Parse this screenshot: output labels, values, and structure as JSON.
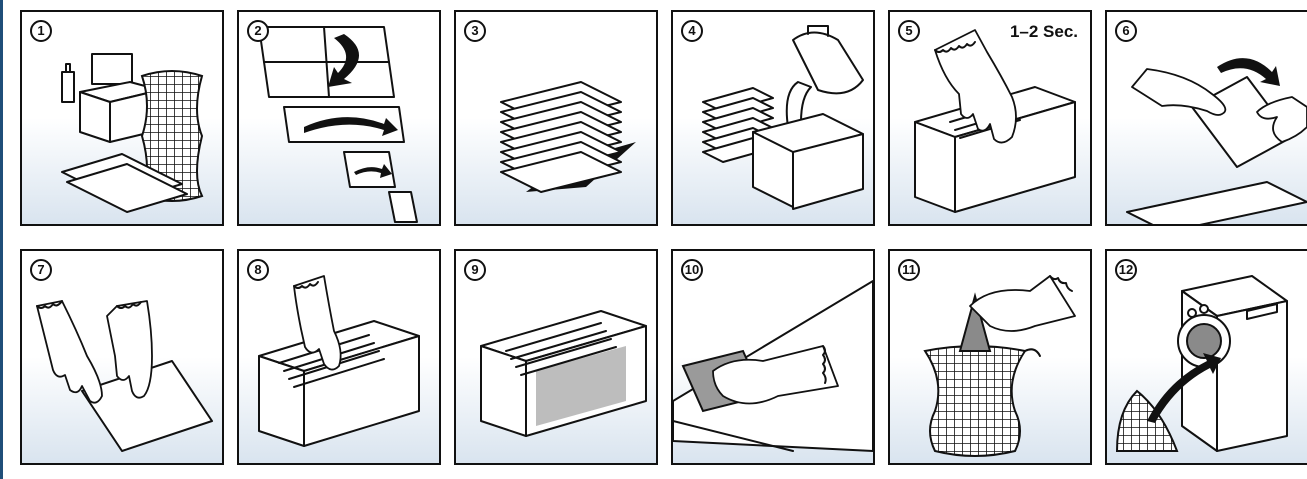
{
  "steps": [
    {
      "number": "1"
    },
    {
      "number": "2"
    },
    {
      "number": "3"
    },
    {
      "number": "4"
    },
    {
      "number": "5",
      "note": "1–2 Sec."
    },
    {
      "number": "6"
    },
    {
      "number": "7"
    },
    {
      "number": "8"
    },
    {
      "number": "9"
    },
    {
      "number": "10"
    },
    {
      "number": "11"
    },
    {
      "number": "12"
    }
  ],
  "colors": {
    "panel_border": "#111111",
    "panel_gradient_bottom": "#d9e4ef",
    "side_rule": "#1f4e79"
  }
}
